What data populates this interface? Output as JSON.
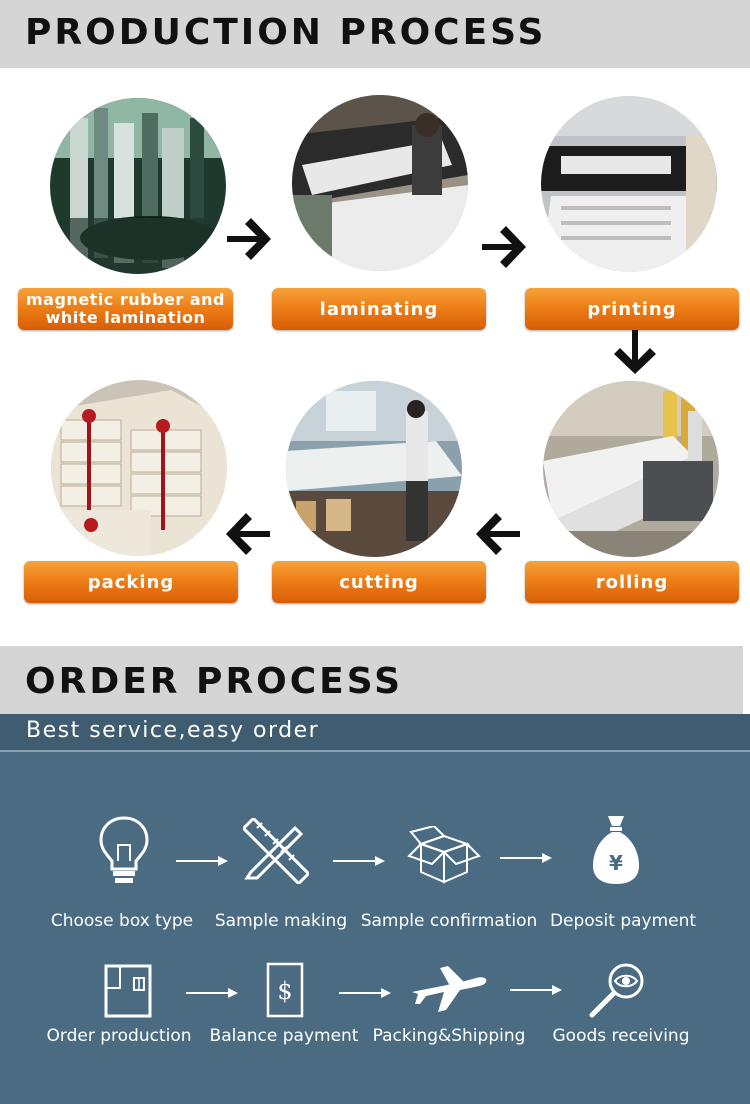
{
  "production": {
    "title": "PRODUCTION PROCESS",
    "steps": [
      {
        "label_line1": "magnetic rubber and",
        "label_line2": "white lamination",
        "icon": "magnetic-rubber-photo"
      },
      {
        "label": "laminating",
        "icon": "laminating-photo"
      },
      {
        "label": "printing",
        "icon": "printing-photo"
      },
      {
        "label": "rolling",
        "icon": "rolling-photo"
      },
      {
        "label": "cutting",
        "icon": "cutting-photo"
      },
      {
        "label": "packing",
        "icon": "packing-photo"
      }
    ],
    "colors": {
      "pill": "#ee7f18",
      "header_bg": "#d5d5d5"
    }
  },
  "order": {
    "title": "ORDER PROCESS",
    "subtitle": "Best service,easy order",
    "steps": [
      {
        "label": "Choose  box type",
        "icon": "lightbulb-icon"
      },
      {
        "label": "Sample making",
        "icon": "ruler-pencil-icon"
      },
      {
        "label": "Sample confirmation",
        "icon": "open-box-icon"
      },
      {
        "label": "Deposit payment",
        "icon": "money-bag-icon"
      },
      {
        "label": "Order production",
        "icon": "factory-door-icon"
      },
      {
        "label": "Balance payment",
        "icon": "dollar-bill-icon"
      },
      {
        "label": "Packing&Shipping",
        "icon": "airplane-icon"
      },
      {
        "label": "Goods receiving",
        "icon": "magnifier-eye-icon"
      }
    ],
    "colors": {
      "panel_bg": "#4b6b82"
    }
  }
}
